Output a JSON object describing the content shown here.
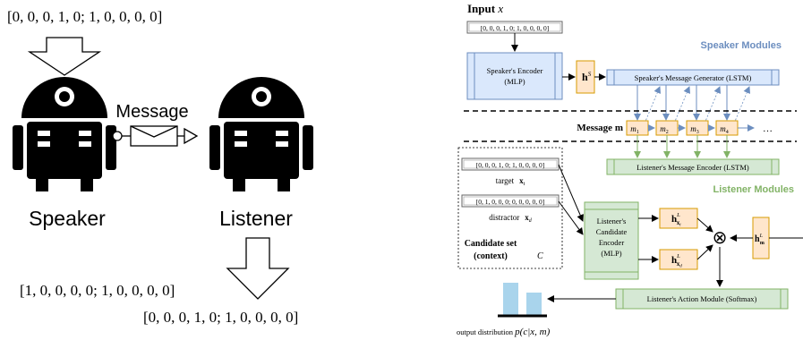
{
  "left_panel": {
    "input_vector": "[0, 0, 0, 1, 0; 1, 0, 0, 0, 0]",
    "message_label": "Message",
    "speaker_label": "Speaker",
    "listener_label": "Listener",
    "output_vector_1": "[1, 0, 0, 0, 0; 1, 0, 0, 0, 0]",
    "output_vector_2": "[0, 0, 0, 1, 0; 1, 0, 0, 0, 0]"
  },
  "right_panel": {
    "input_label": "Input",
    "input_var": "x",
    "input_vector": "[0, 0, 0, 1, 0; 1, 0, 0, 0, 0]",
    "speaker_modules_title": "Speaker Modules",
    "speaker_encoder_line1": "Speaker's Encoder",
    "speaker_encoder_line2": "(MLP)",
    "hs_label": "h",
    "hs_sup": "S",
    "speaker_msg_gen": "Speaker's Message Generator (LSTM)",
    "message_label": "Message",
    "message_var": "m",
    "tokens": [
      "m1",
      "m2",
      "m3",
      "m4"
    ],
    "token_main": "m",
    "token_subs": [
      "1",
      "2",
      "3",
      "4"
    ],
    "ellipsis": "…",
    "listener_msg_enc": "Listener's Message Encoder (LSTM)",
    "listener_modules_title": "Listener Modules",
    "target_vector": "[0, 0, 0, 1, 0; 1, 0, 0, 0, 0]",
    "target_label": "target",
    "target_var": "x",
    "target_sub": "t",
    "distractor_vector": "[0, 1, 0, 0, 0; 0, 0, 0, 0, 0]",
    "distractor_label": "distractor",
    "distractor_var": "x",
    "distractor_sub": "d",
    "candidate_set_line1": "Candidate set",
    "candidate_set_line2": "(context)",
    "candidate_var": "C",
    "cand_enc_line1": "Listener's",
    "cand_enc_line2": "Candidate",
    "cand_enc_line3": "Encoder",
    "cand_enc_line4": "(MLP)",
    "hxt_main": "h",
    "hxt_sup": "L",
    "hxt_sub": "x",
    "hxt_subsub": "t",
    "hxd_main": "h",
    "hxd_sup": "L",
    "hxd_sub": "x",
    "hxd_subsub": "d",
    "hm_main": "h",
    "hm_sup": "L",
    "hm_sub": "m",
    "multiply_symbol": "⊗",
    "action_module": "Listener's Action Module (Softmax)",
    "output_label": "output distribution",
    "output_formula": "p(c|x, m)"
  },
  "colors": {
    "speaker_blue": "#6c8ebf",
    "speaker_fill": "#dae8fc",
    "listener_green": "#82b366",
    "listener_fill": "#d5e8d4",
    "token_orange": "#d79b00",
    "token_fill": "#ffe6cc",
    "bar_fill": "#a9d4ec"
  }
}
